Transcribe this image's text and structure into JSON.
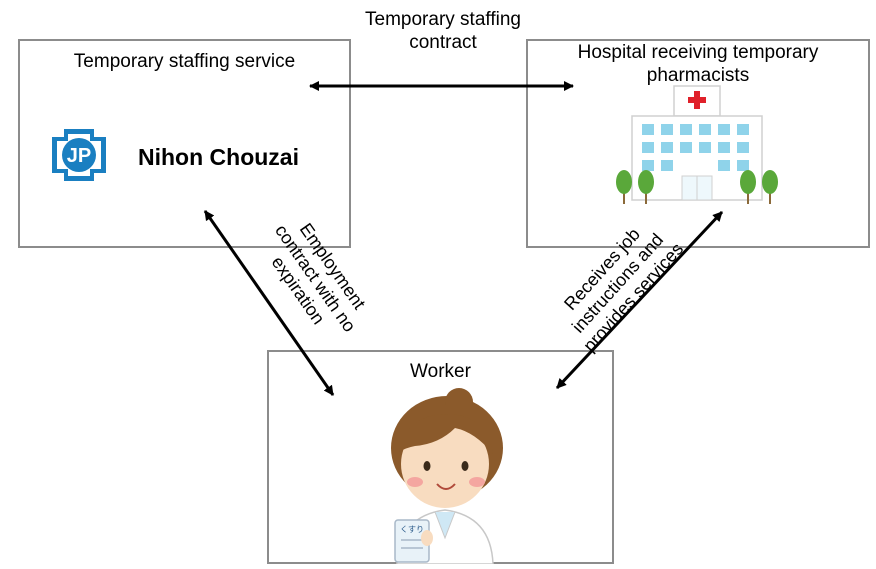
{
  "contract_label": {
    "line1": "Temporary staffing",
    "line2": "contract"
  },
  "staffing_service": {
    "title": "Temporary staffing service",
    "company": "Nihon Chouzai",
    "logo_text": "JP"
  },
  "hospital": {
    "title_line1": "Hospital receiving temporary",
    "title_line2": "pharmacists"
  },
  "employment_label": {
    "line1": "Employment",
    "line2": "contract with no",
    "line3": "expiration"
  },
  "services_label": {
    "line1": "Receives job",
    "line2": "instructions and",
    "line3": "provides services"
  },
  "worker": {
    "title": "Worker",
    "card_text": "くすり"
  },
  "colors": {
    "border": "#8c8c8c",
    "logo_blue": "#1a7fc1",
    "building_blue": "#8fd3ea",
    "cross_red": "#e0202a",
    "tree_green": "#5aa83a",
    "hair_brown": "#8b5a2b",
    "skin": "#f8dcc0"
  }
}
